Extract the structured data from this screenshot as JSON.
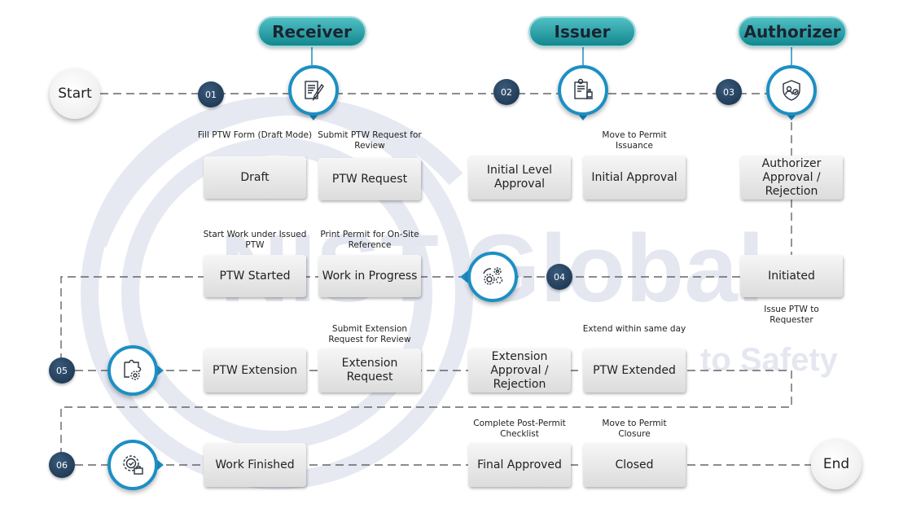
{
  "watermark": {
    "brand": "NIST Global",
    "tagline_visible": "to Safety"
  },
  "roles": [
    {
      "label": "Receiver"
    },
    {
      "label": "Issuer"
    },
    {
      "label": "Authorizer"
    }
  ],
  "terminals": {
    "start": "Start",
    "end": "End"
  },
  "steps": [
    "01",
    "02",
    "03",
    "04",
    "05",
    "06"
  ],
  "icons": {
    "receiver": "form-edit-icon",
    "issuer": "document-approval-icon",
    "authorizer": "shield-user-icon",
    "progress": "gears-icon",
    "extension": "puzzle-gear-icon",
    "finish": "gear-check-briefcase-icon"
  },
  "colors": {
    "accent": "#1c8fc4",
    "role_header": "#13878f",
    "badge": "#16304a",
    "connector": "#666666"
  },
  "nodes": [
    {
      "label": "Draft",
      "caption": "Fill PTW Form (Draft Mode)"
    },
    {
      "label": "PTW Request",
      "caption": "Submit PTW Request for Review"
    },
    {
      "label": "Initial Level Approval",
      "caption": ""
    },
    {
      "label": "Initial Approval",
      "caption": "Move to Permit Issuance"
    },
    {
      "label": "Authorizer Approval / Rejection",
      "caption": ""
    },
    {
      "label": "PTW Started",
      "caption": "Start Work under Issued PTW"
    },
    {
      "label": "Work in Progress",
      "caption": "Print Permit for On-Site Reference"
    },
    {
      "label": "Initiated",
      "caption": "Issue PTW to Requester"
    },
    {
      "label": "PTW Extension",
      "caption": ""
    },
    {
      "label": "Extension Request",
      "caption": "Submit Extension Request for Review"
    },
    {
      "label": "Extension Approval / Rejection",
      "caption": ""
    },
    {
      "label": "PTW Extended",
      "caption": "Extend within same day"
    },
    {
      "label": "Work Finished",
      "caption": ""
    },
    {
      "label": "Final Approved",
      "caption": "Complete Post-Permit Checklist"
    },
    {
      "label": "Closed",
      "caption": "Move to Permit Closure"
    }
  ]
}
